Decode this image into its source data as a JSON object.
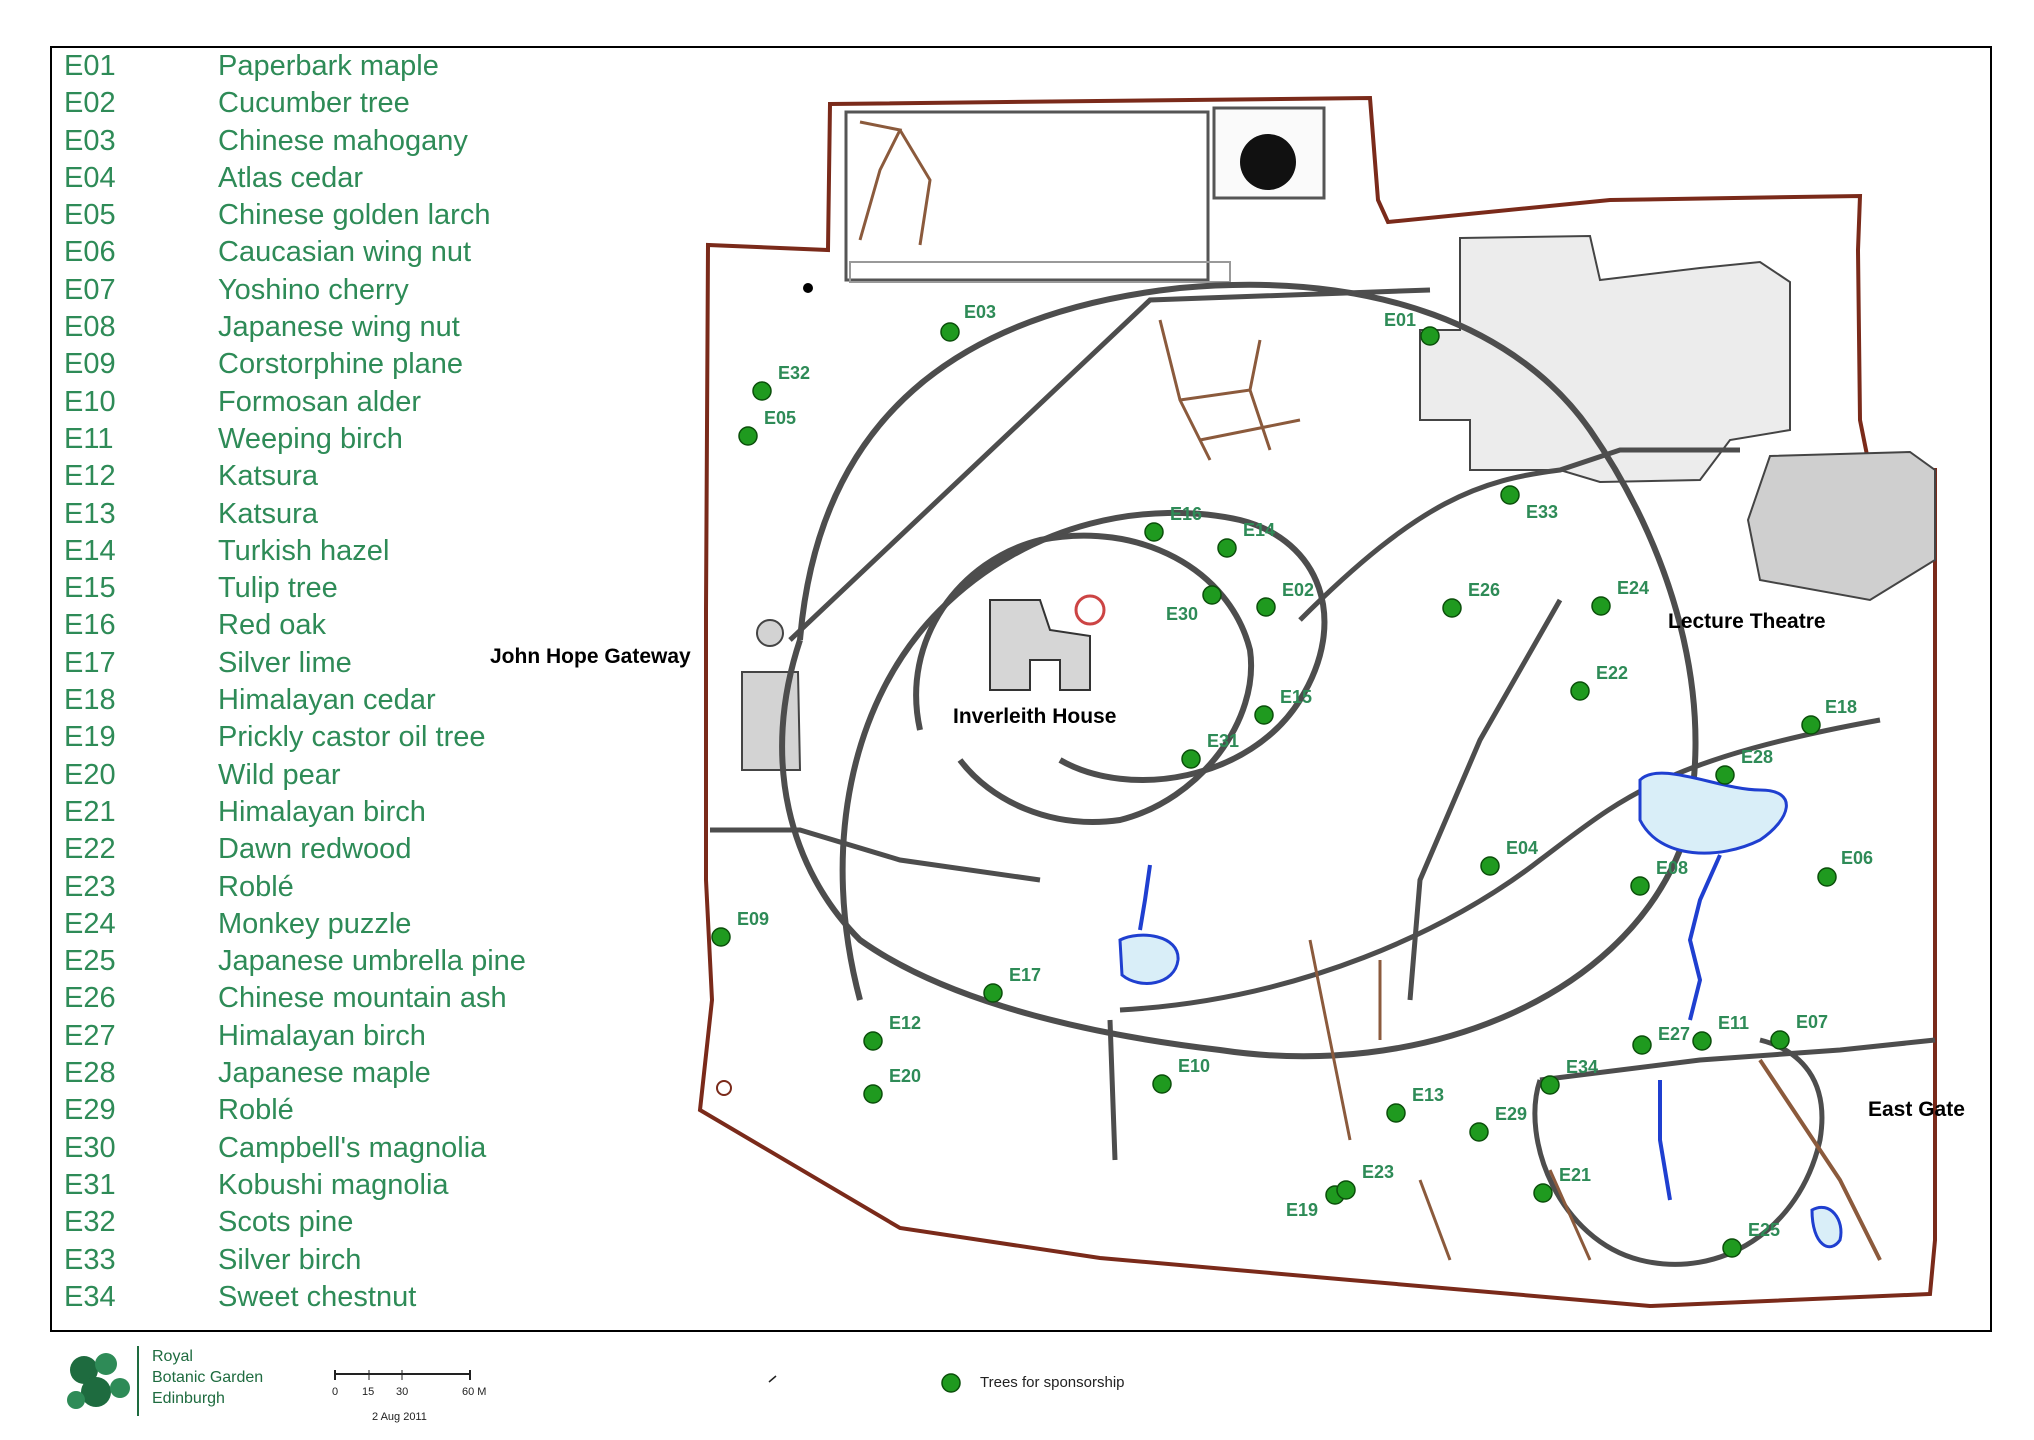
{
  "legend": [
    {
      "code": "E01",
      "name": "Paperbark maple"
    },
    {
      "code": "E02",
      "name": "Cucumber tree"
    },
    {
      "code": "E03",
      "name": "Chinese mahogany"
    },
    {
      "code": "E04",
      "name": "Atlas cedar"
    },
    {
      "code": "E05",
      "name": "Chinese golden larch"
    },
    {
      "code": "E06",
      "name": "Caucasian wing nut"
    },
    {
      "code": "E07",
      "name": "Yoshino cherry"
    },
    {
      "code": "E08",
      "name": "Japanese wing nut"
    },
    {
      "code": "E09",
      "name": "Corstorphine plane"
    },
    {
      "code": "E10",
      "name": "Formosan alder"
    },
    {
      "code": "E11",
      "name": "Weeping birch"
    },
    {
      "code": "E12",
      "name": "Katsura"
    },
    {
      "code": "E13",
      "name": "Katsura"
    },
    {
      "code": "E14",
      "name": "Turkish hazel"
    },
    {
      "code": "E15",
      "name": "Tulip tree"
    },
    {
      "code": "E16",
      "name": "Red oak"
    },
    {
      "code": "E17",
      "name": "Silver lime"
    },
    {
      "code": "E18",
      "name": "Himalayan cedar"
    },
    {
      "code": "E19",
      "name": "Prickly castor oil tree"
    },
    {
      "code": "E20",
      "name": "Wild pear"
    },
    {
      "code": "E21",
      "name": "Himalayan birch"
    },
    {
      "code": "E22",
      "name": "Dawn redwood"
    },
    {
      "code": "E23",
      "name": "Roblé"
    },
    {
      "code": "E24",
      "name": "Monkey puzzle"
    },
    {
      "code": "E25",
      "name": "Japanese umbrella pine"
    },
    {
      "code": "E26",
      "name": "Chinese mountain ash"
    },
    {
      "code": "E27",
      "name": "Himalayan birch"
    },
    {
      "code": "E28",
      "name": "Japanese maple"
    },
    {
      "code": "E29",
      "name": "Roblé"
    },
    {
      "code": "E30",
      "name": "Campbell's magnolia"
    },
    {
      "code": "E31",
      "name": "Kobushi magnolia"
    },
    {
      "code": "E32",
      "name": "Scots pine"
    },
    {
      "code": "E33",
      "name": "Silver birch"
    },
    {
      "code": "E34",
      "name": "Sweet chestnut"
    }
  ],
  "places": {
    "john_hope_gateway": "John Hope Gateway",
    "inverleith_house": "Inverleith House",
    "lecture_theatre": "Lecture Theatre",
    "east_gate": "East Gate"
  },
  "footer": {
    "logo_line1": "Royal",
    "logo_line2": "Botanic Garden",
    "logo_line3": "Edinburgh",
    "scale_ticks": [
      "0",
      "15",
      "30",
      "60 M"
    ],
    "date": "2 Aug 2011",
    "key_label": "Trees for sponsorship"
  },
  "colors": {
    "marker": "#1f9a1f",
    "label": "#2e8b57",
    "path": "#4d4d4d",
    "boundary": "#7a2a1a",
    "water": "#d9eef8",
    "water_edge": "#1f3fd0",
    "building": "#d3d3d3",
    "brown_path": "#8b5a3c"
  }
}
